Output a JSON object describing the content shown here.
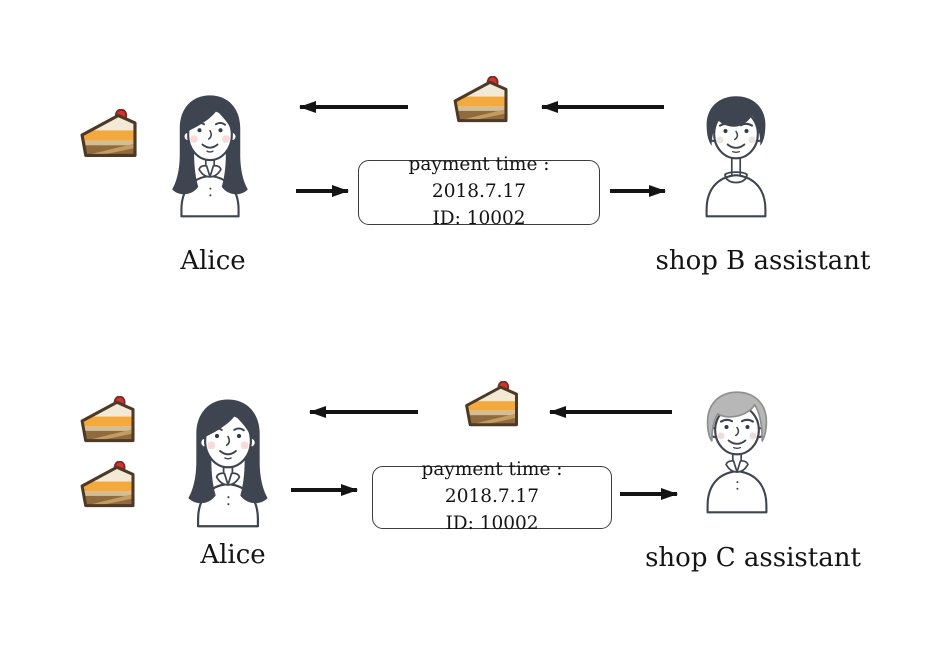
{
  "diagram": {
    "description": "cake purchase transactions",
    "rows": [
      {
        "customer": {
          "label": "Alice",
          "cake_count": 1
        },
        "assistant": {
          "label": "shop B assistant"
        },
        "note": {
          "line1": "payment time : 2018.7.17",
          "line2": "ID: 10002"
        }
      },
      {
        "customer": {
          "label": "Alice",
          "cake_count": 2
        },
        "assistant": {
          "label": "shop C assistant"
        },
        "note": {
          "line1": "payment time : 2018.7.17",
          "line2": "ID: 10002"
        }
      }
    ],
    "colors": {
      "background": "#ffffff",
      "arrow": "#141414",
      "text": "#141414",
      "avatar_outline": "#3e4450",
      "hair_dark": "#3e4450",
      "hair_gray": "#b7b7b7",
      "cake_cream": "#f2e9d6",
      "cake_orange": "#f3a93e",
      "cake_tan": "#d2bd95",
      "cake_brown": "#8f6b3e",
      "strawberry_red": "#d0342c"
    }
  }
}
